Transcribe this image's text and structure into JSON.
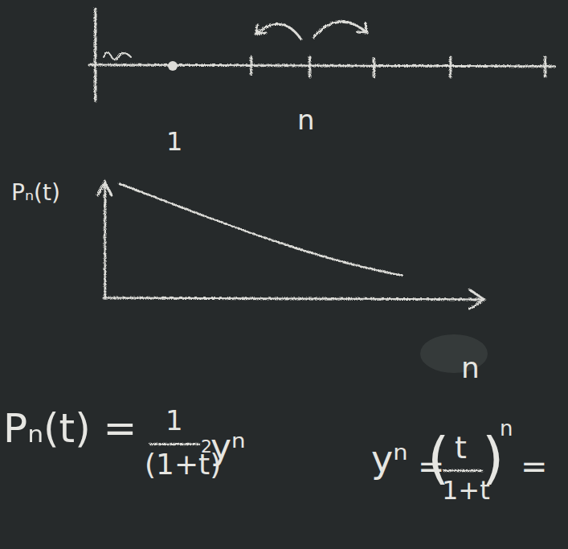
{
  "diagram": {
    "labels": [
      "1",
      "n",
      "Pₙ(t)",
      "n",
      "Pₙ(t) =",
      "1",
      "(1+t)",
      "2",
      "yⁿ",
      "yⁿ",
      "=",
      "(",
      "t",
      "1+t",
      ")",
      "n",
      "="
    ]
  }
}
